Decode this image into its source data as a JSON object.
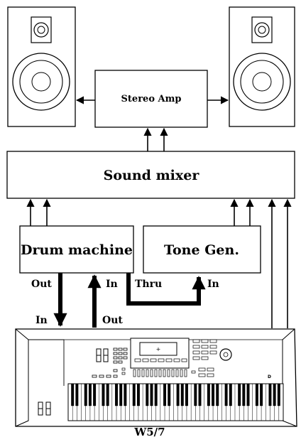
{
  "boxes": {
    "stereo_amp": "Stereo Amp",
    "sound_mixer": "Sound mixer",
    "drum_machine": "Drum machine",
    "tone_gen": "Tone Gen."
  },
  "ports": {
    "drum_out": "Out",
    "drum_in": "In",
    "drum_thru": "Thru",
    "tone_in": "In",
    "kbd_in": "In",
    "kbd_out": "Out"
  },
  "keyboard": {
    "model": "W5/7"
  }
}
